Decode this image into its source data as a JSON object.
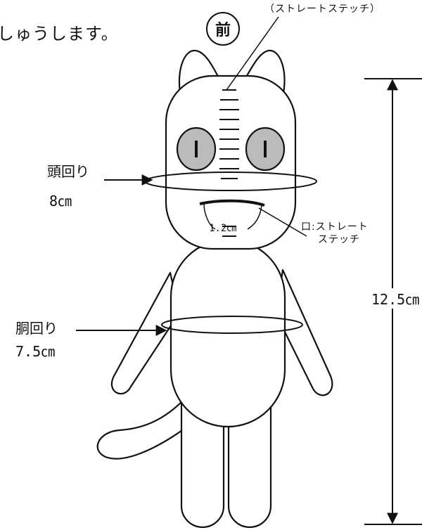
{
  "heading": "しゅうします。",
  "front_label": "前",
  "stitch_note": "（ストレートステッチ）",
  "head_circumference": {
    "label": "頭回り",
    "value": "8㎝"
  },
  "mouth_width": "1.2㎝",
  "mouth_label": {
    "line1": "口:ストレート",
    "line2": "ステッチ"
  },
  "body_circumference": {
    "label": "胴回り",
    "value": "7.5㎝"
  },
  "total_height": "12.5㎝"
}
